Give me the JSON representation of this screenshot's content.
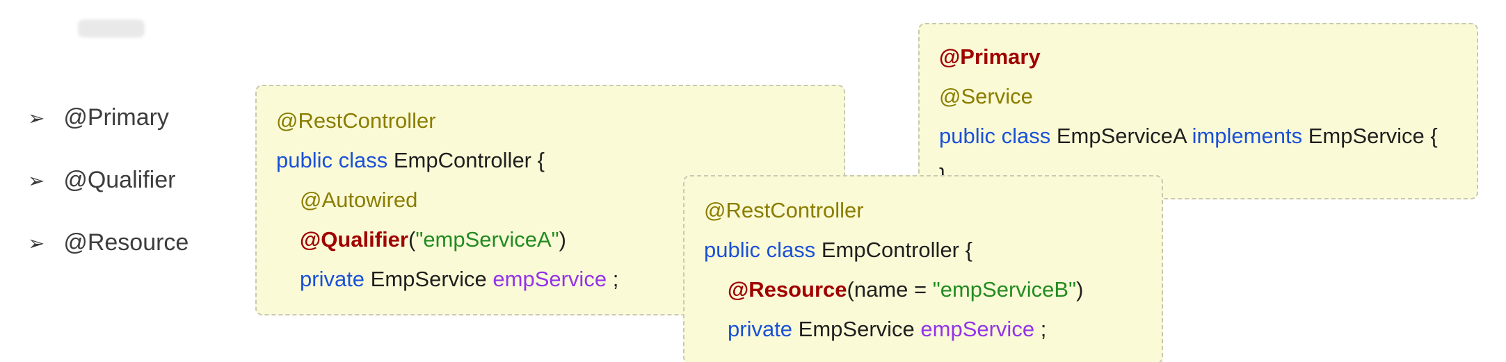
{
  "page": {
    "background": "#ffffff"
  },
  "colors": {
    "box_bg": "#fafad6",
    "box_border": "#c9c9b4",
    "annotation": "#8a7d00",
    "annotation_strong": "#a00000",
    "keyword": "#1a50d8",
    "plain": "#1f1f1f",
    "string": "#228b22",
    "variable": "#9333ea",
    "list_text": "#3d3d3d"
  },
  "bullet_list": {
    "marker": "➢",
    "items": [
      {
        "label": "@Primary"
      },
      {
        "label": "@Qualifier"
      },
      {
        "label": "@Resource"
      }
    ]
  },
  "code_boxes": [
    {
      "id": "qualifier-example",
      "lines": [
        {
          "indent": 0,
          "tokens": [
            {
              "t": "@RestController",
              "c": "annotation"
            }
          ]
        },
        {
          "indent": 0,
          "tokens": [
            {
              "t": "public",
              "c": "keyword"
            },
            {
              "t": " ",
              "c": "plain"
            },
            {
              "t": "class",
              "c": "keyword"
            },
            {
              "t": " EmpController {",
              "c": "plain"
            }
          ]
        },
        {
          "indent": 1,
          "tokens": [
            {
              "t": "@Autowired",
              "c": "annotation"
            }
          ]
        },
        {
          "indent": 1,
          "tokens": [
            {
              "t": "@Qualifier",
              "c": "annotation_strong"
            },
            {
              "t": "(",
              "c": "plain"
            },
            {
              "t": "\"empServiceA\"",
              "c": "string"
            },
            {
              "t": ")",
              "c": "plain"
            }
          ]
        },
        {
          "indent": 1,
          "tokens": [
            {
              "t": "private",
              "c": "keyword"
            },
            {
              "t": " EmpService ",
              "c": "plain"
            },
            {
              "t": "empService",
              "c": "variable"
            },
            {
              "t": " ;",
              "c": "plain"
            }
          ]
        }
      ]
    },
    {
      "id": "resource-example",
      "lines": [
        {
          "indent": 0,
          "tokens": [
            {
              "t": "@RestController",
              "c": "annotation"
            }
          ]
        },
        {
          "indent": 0,
          "tokens": [
            {
              "t": "public",
              "c": "keyword"
            },
            {
              "t": " ",
              "c": "plain"
            },
            {
              "t": "class",
              "c": "keyword"
            },
            {
              "t": " EmpController {",
              "c": "plain"
            }
          ]
        },
        {
          "indent": 1,
          "tokens": [
            {
              "t": "@Resource",
              "c": "annotation_strong"
            },
            {
              "t": "(name = ",
              "c": "plain"
            },
            {
              "t": "\"empServiceB\"",
              "c": "string"
            },
            {
              "t": ")",
              "c": "plain"
            }
          ]
        },
        {
          "indent": 1,
          "tokens": [
            {
              "t": "private",
              "c": "keyword"
            },
            {
              "t": " EmpService ",
              "c": "plain"
            },
            {
              "t": "empService",
              "c": "variable"
            },
            {
              "t": " ;",
              "c": "plain"
            }
          ]
        }
      ]
    },
    {
      "id": "primary-example",
      "lines": [
        {
          "indent": 0,
          "tokens": [
            {
              "t": "@Primary",
              "c": "annotation_strong"
            }
          ]
        },
        {
          "indent": 0,
          "tokens": [
            {
              "t": "@Service",
              "c": "annotation"
            }
          ]
        },
        {
          "indent": 0,
          "tokens": [
            {
              "t": "public",
              "c": "keyword"
            },
            {
              "t": " ",
              "c": "plain"
            },
            {
              "t": "class",
              "c": "keyword"
            },
            {
              "t": " EmpServiceA ",
              "c": "plain"
            },
            {
              "t": "implements",
              "c": "keyword"
            },
            {
              "t": " EmpService {",
              "c": "plain"
            }
          ]
        },
        {
          "indent": 0,
          "tokens": [
            {
              "t": "}",
              "c": "plain"
            }
          ]
        }
      ]
    }
  ]
}
